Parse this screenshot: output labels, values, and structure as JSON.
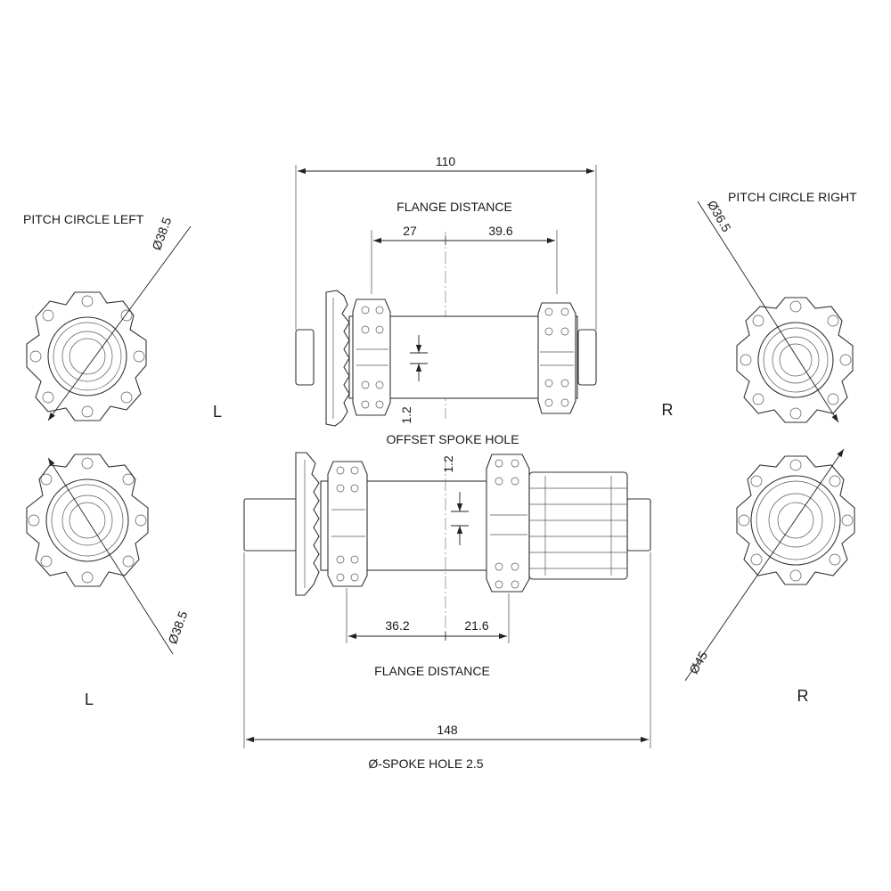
{
  "labels": {
    "pitch_circle_left": "PITCH CIRCLE LEFT",
    "pitch_circle_right": "PITCH CIRCLE RIGHT",
    "flange_distance_top": "FLANGE DISTANCE",
    "flange_distance_bottom": "FLANGE DISTANCE",
    "offset_spoke_hole": "OFFSET SPOKE HOLE",
    "spoke_hole": "Ø-SPOKE HOLE  2.5"
  },
  "sides": {
    "front_left": "L",
    "front_right": "R",
    "rear_left": "L",
    "rear_right": "R"
  },
  "front_hub": {
    "overall_width": "110",
    "flange_left": "27",
    "flange_right": "39.6",
    "offset": "1.2"
  },
  "rear_hub": {
    "overall_width": "148",
    "flange_left": "36.2",
    "flange_right": "21.6",
    "offset": "1.2"
  },
  "pitch_circles": {
    "front_left": "Ø38.5",
    "front_right": "Ø36.5",
    "rear_left": "Ø38.5",
    "rear_right": "Ø45"
  }
}
